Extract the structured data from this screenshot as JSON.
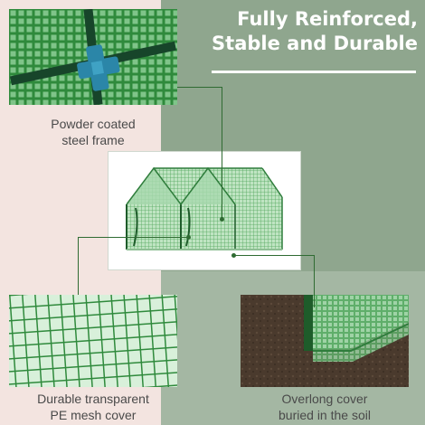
{
  "headline": {
    "line1": "Fully Reinforced,",
    "line2": "Stable and Durable"
  },
  "features": {
    "frame": {
      "line1": "Powder coated",
      "line2": "steel frame"
    },
    "mesh": {
      "line1": "Durable transparent",
      "line2": "PE mesh cover"
    },
    "soil": {
      "line1": "Overlong cover",
      "line2": "buried in the soil"
    }
  },
  "colors": {
    "left_panel": "#f3e4e0",
    "right_panel": "#8fa68e",
    "mesh_green": "#2f8a3c",
    "connector_blue": "#2b86a8",
    "soil_brown": "#4a3a2d",
    "leader_line": "#2f6b32"
  }
}
